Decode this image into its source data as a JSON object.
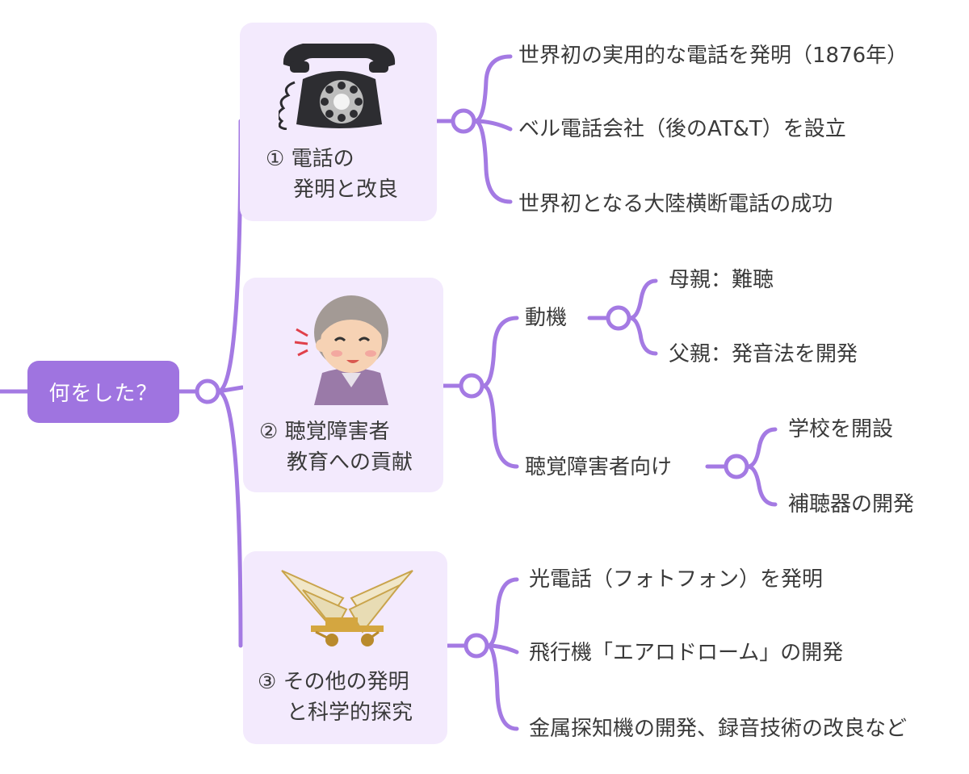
{
  "root": {
    "label": "何をした？"
  },
  "branches": [
    {
      "icon": "rotary-telephone-icon",
      "caption_line1": "① 電話の",
      "caption_line2": "発明と改良",
      "items": [
        "世界初の実用的な電話を発明（1876年）",
        "ベル電話会社（後のAT&T）を設立",
        "世界初となる大陸横断電話の成功"
      ]
    },
    {
      "icon": "elderly-woman-hearing-icon",
      "caption_line1": "② 聴覚障害者",
      "caption_line2": "教育への貢献",
      "groups": [
        {
          "label": "動機",
          "items": [
            "母親：難聴",
            "父親：発音法を開発"
          ]
        },
        {
          "label": "聴覚障害者向け",
          "items": [
            "学校を開設",
            "補聴器の開発"
          ]
        }
      ]
    },
    {
      "icon": "aerodrome-aircraft-icon",
      "caption_line1": "③ その他の発明",
      "caption_line2": "と科学的探究",
      "items": [
        "光電話（フォトフォン）を発明",
        "飛行機「エアロドローム」の開発",
        "金属探知機の開発、録音技術の改良など"
      ]
    }
  ],
  "colors": {
    "accent": "#9f74e0",
    "line": "#a47ae3",
    "card_bg": "#f3eafd",
    "text": "#3a3a3a"
  }
}
